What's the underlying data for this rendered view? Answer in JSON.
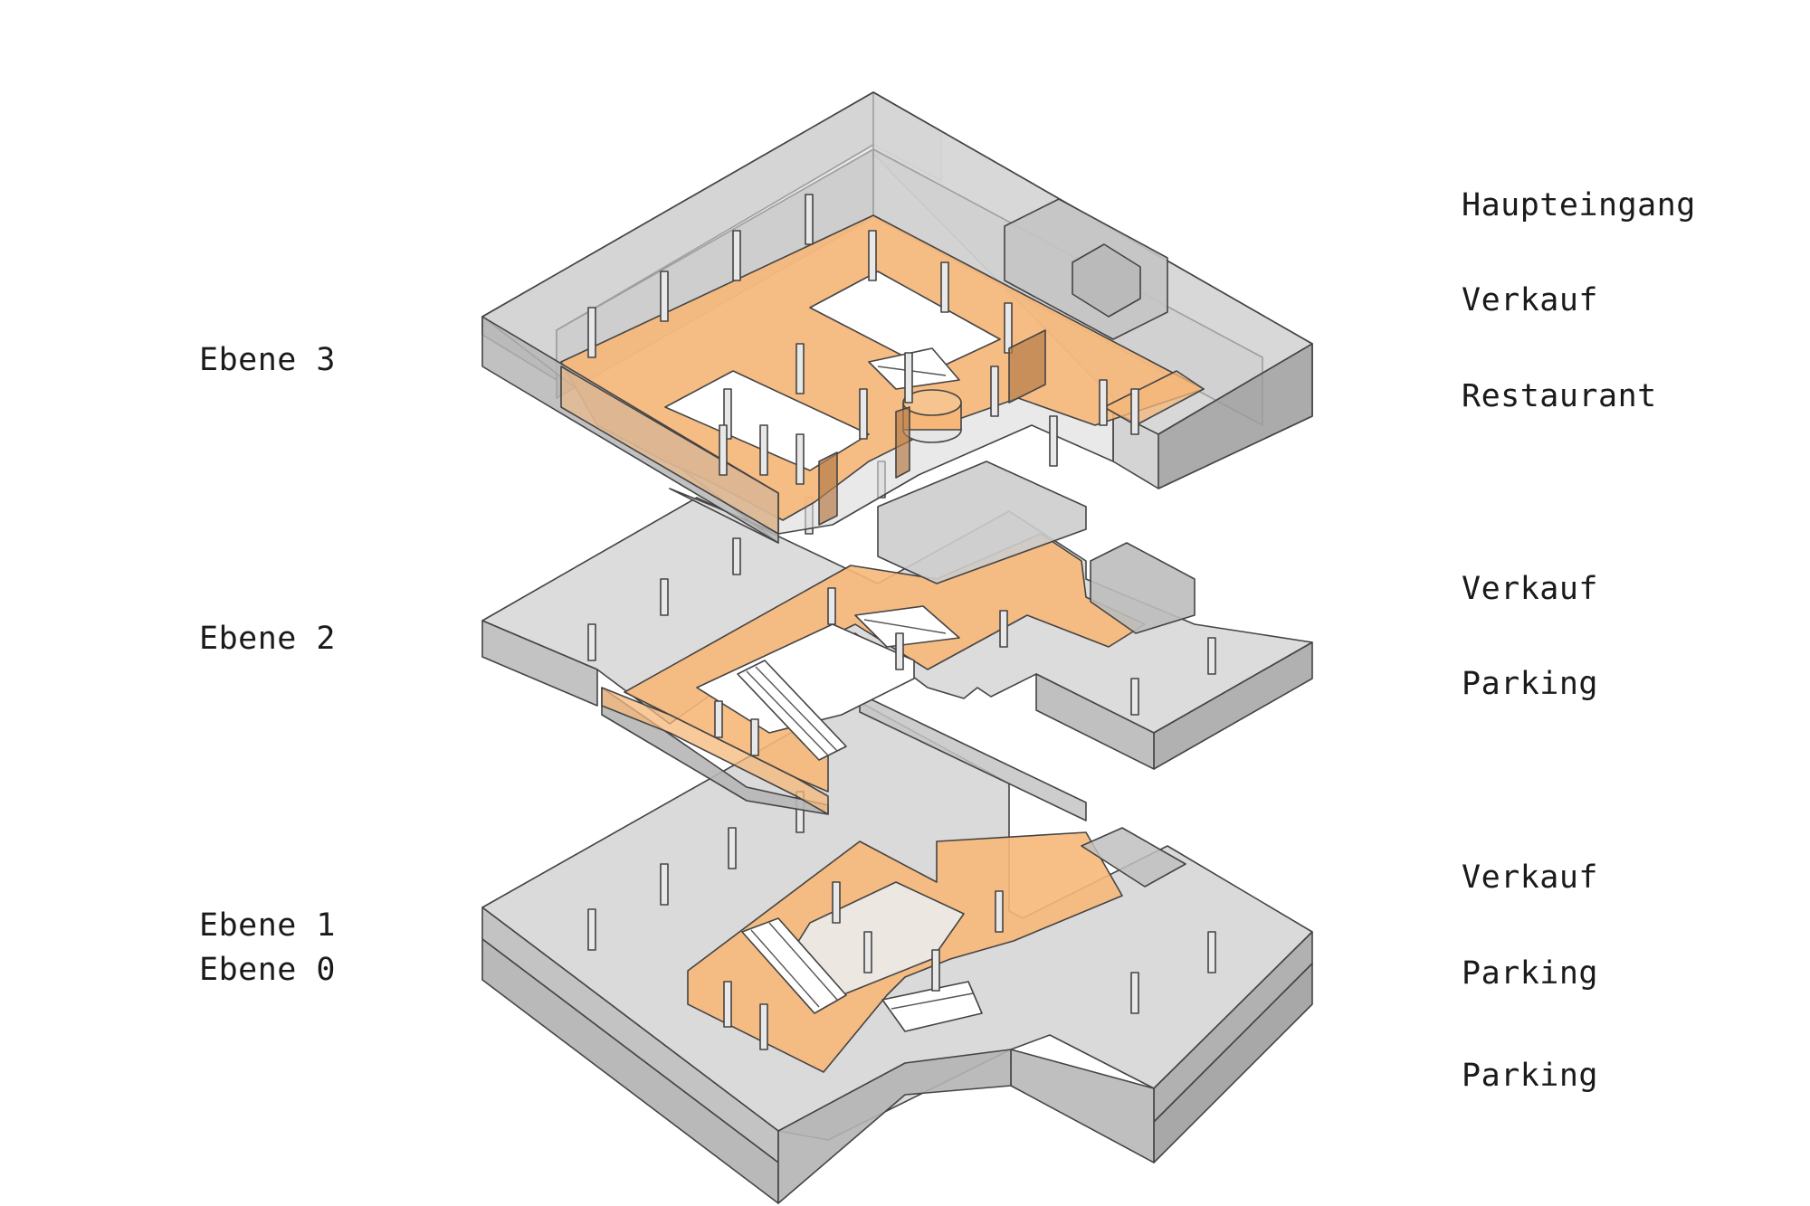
{
  "levels": [
    {
      "label": "Ebene 3"
    },
    {
      "label": "Ebene 2"
    },
    {
      "label": "Ebene 1"
    },
    {
      "label": "Ebene 0"
    }
  ],
  "uses": {
    "level3": [
      "Haupteingang",
      "Verkauf",
      "Restaurant"
    ],
    "level2": [
      "Verkauf",
      "Parking"
    ],
    "level1": [
      "Verkauf",
      "Parking"
    ],
    "level0": [
      "Parking"
    ]
  },
  "colors": {
    "shell": "#c9c9c9",
    "shell_top": "#d8d8d8",
    "shell_dark": "#a8a8a8",
    "retail": "#f6b779",
    "retail_edge": "#c98a4c",
    "line": "#444444"
  }
}
